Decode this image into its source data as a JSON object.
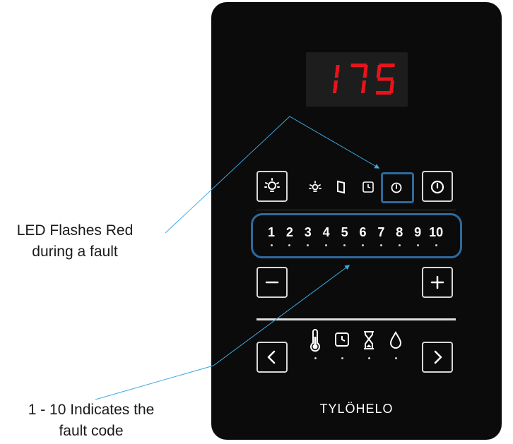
{
  "display": {
    "value": "175",
    "digit_color": "#e8141c"
  },
  "annotations": {
    "led": {
      "lines": [
        "LED Flashes Red",
        "during a fault"
      ]
    },
    "fault_code": {
      "lines": [
        "1 - 10 Indicates the",
        "fault code"
      ]
    }
  },
  "levels": [
    "1",
    "2",
    "3",
    "4",
    "5",
    "6",
    "7",
    "8",
    "9",
    "10"
  ],
  "indicators": {
    "top": [
      "light-icon",
      "door-icon",
      "clock-icon",
      "power-icon"
    ],
    "bottom": [
      "thermometer-icon",
      "clock-icon",
      "hourglass-icon",
      "drop-icon"
    ]
  },
  "buttons": {
    "light": "light-icon",
    "power": "power-icon",
    "minus": "minus-icon",
    "plus": "plus-icon",
    "left": "chevron-left-icon",
    "right": "chevron-right-icon"
  },
  "brand": "TYLÖHELO",
  "colors": {
    "panel": "#0b0b0b",
    "highlight": "#2f6a9c",
    "leader": "#3fa9e0",
    "display_bg": "#1d1d1d"
  }
}
